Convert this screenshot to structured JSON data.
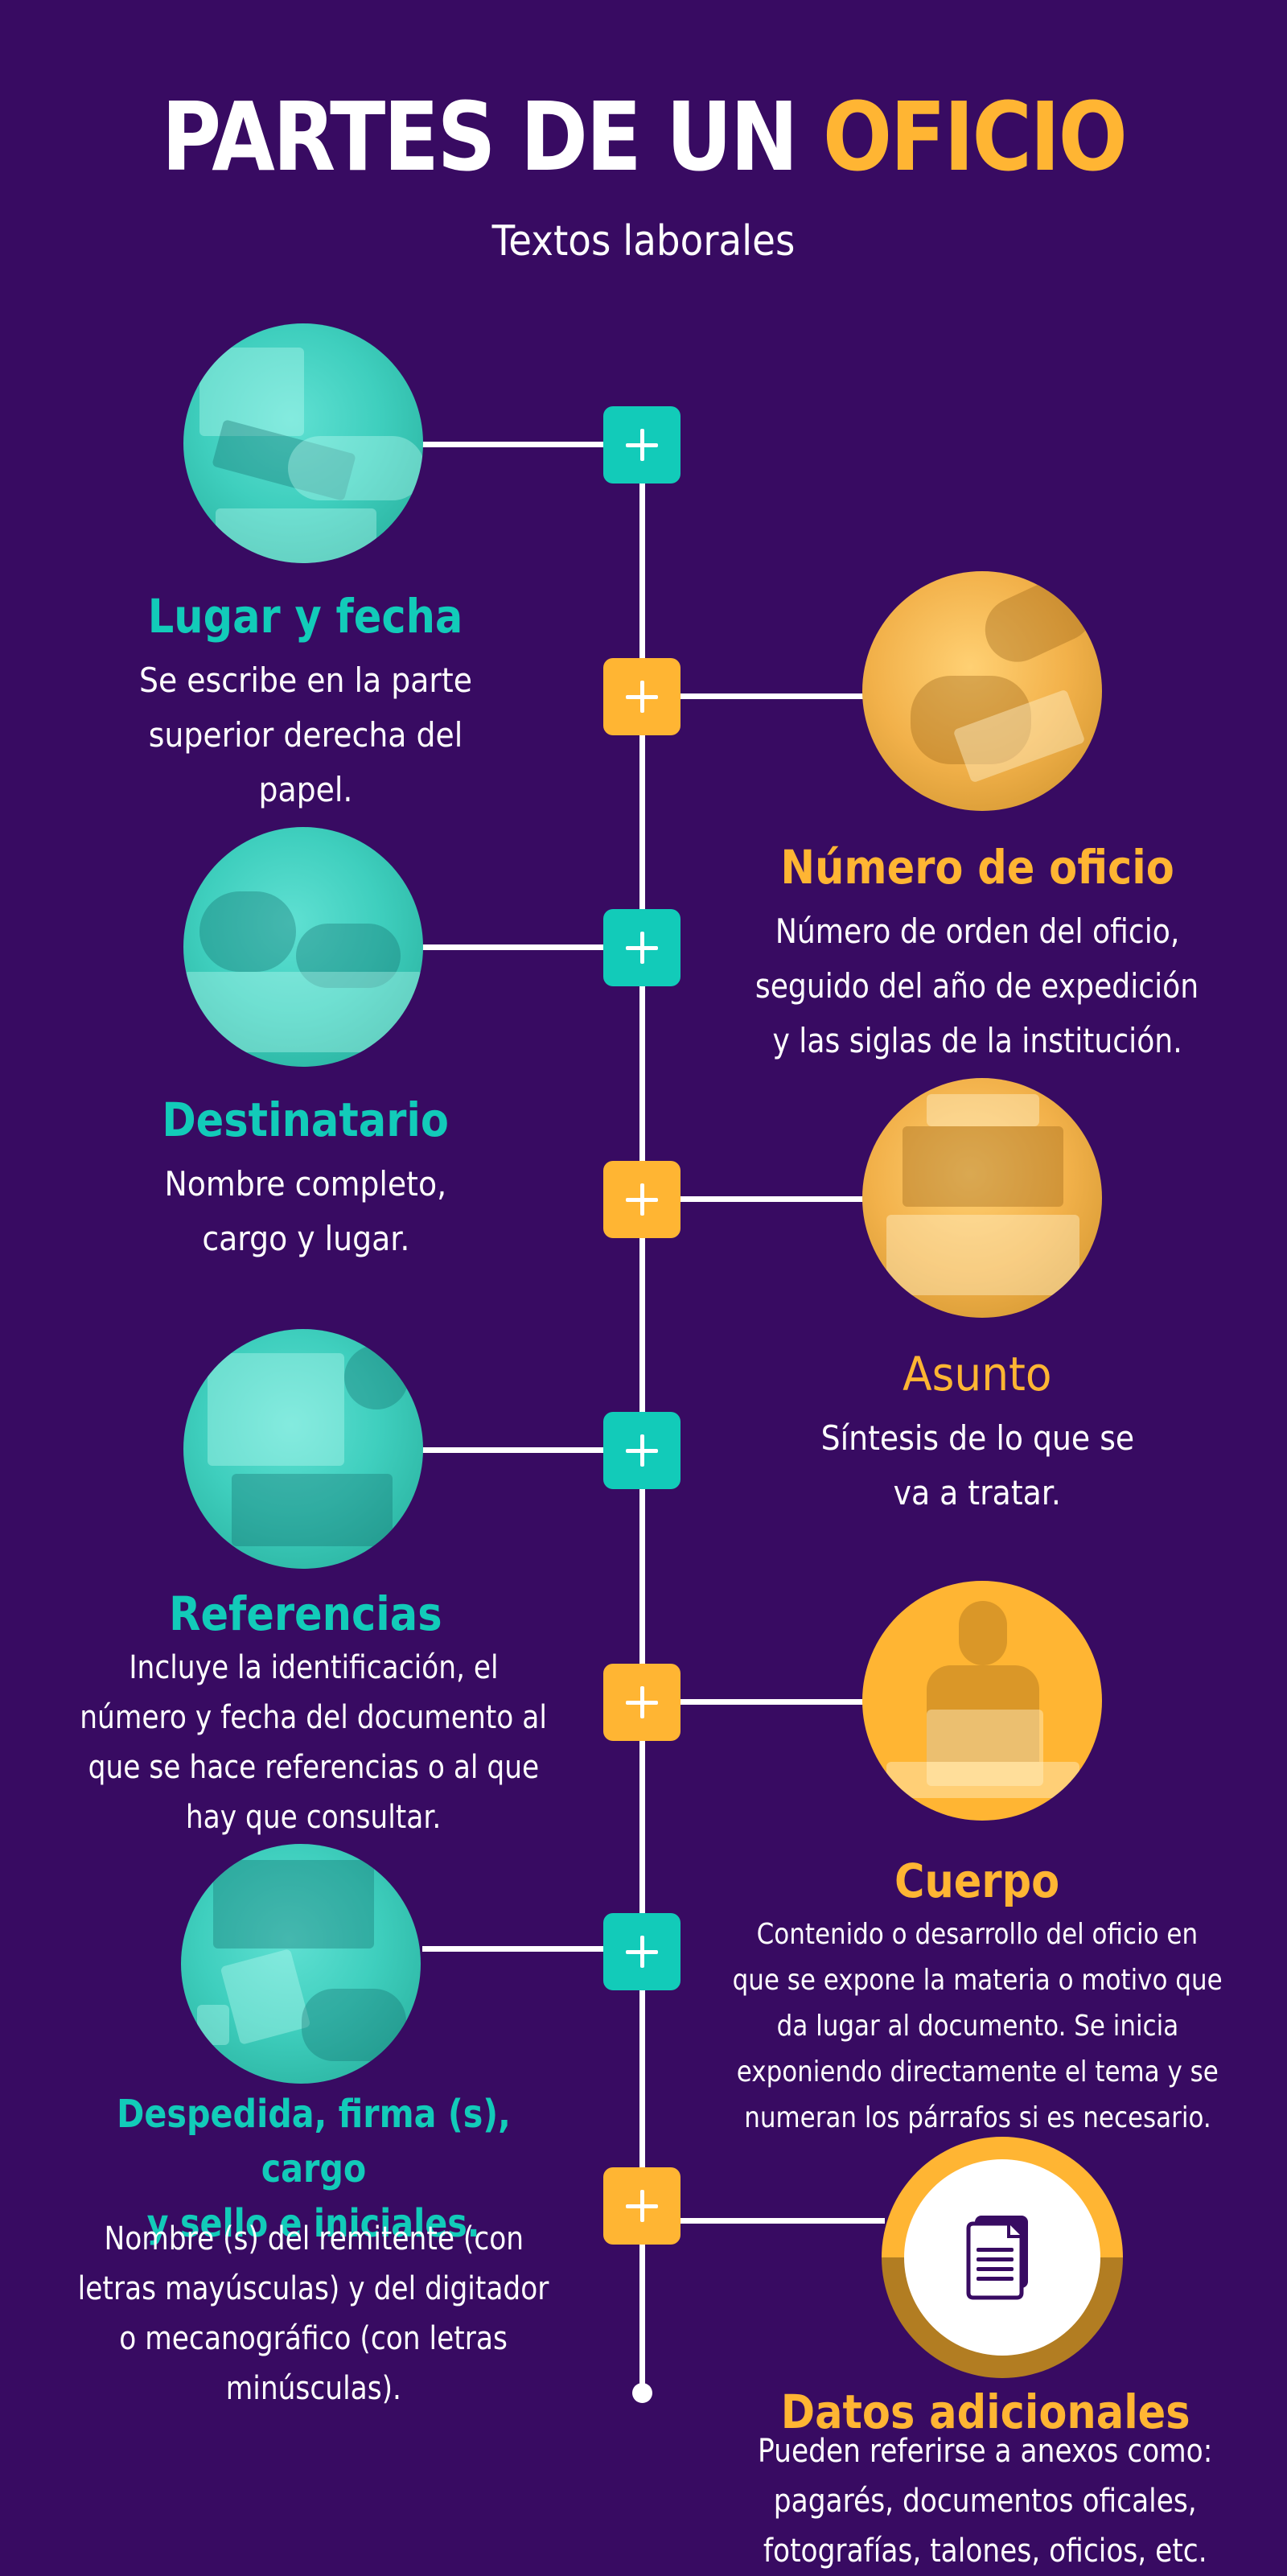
{
  "header": {
    "title_main": "PARTES DE UN",
    "title_accent": "OFICIO",
    "subtitle": "Textos laborales"
  },
  "colors": {
    "background": "#380b62",
    "teal": "#12cbb9",
    "orange": "#ffb533",
    "orange_dark": "#b27d22",
    "line": "#ffffff"
  },
  "steps": [
    {
      "heading": "Lugar y fecha",
      "side": "left",
      "accent": "teal",
      "image": "hands-typing-laptop-photo",
      "lines": [
        "Se escribe en la parte",
        "superior derecha del",
        "papel."
      ]
    },
    {
      "heading": "Número de oficio",
      "side": "right",
      "accent": "orange",
      "image": "hand-writing-note-photo",
      "lines": [
        "Número de orden del oficio,",
        "seguido del año de expedición",
        "y las siglas de la institución."
      ]
    },
    {
      "heading": "Destinatario",
      "side": "left",
      "accent": "teal",
      "image": "hand-signing-paper-photo",
      "lines": [
        "Nombre completo,",
        "cargo y lugar."
      ]
    },
    {
      "heading": "Asunto",
      "side": "right",
      "accent": "orange",
      "image": "laptop-keyboard-photo",
      "lines": [
        "Síntesis de lo que se",
        "va a tratar."
      ]
    },
    {
      "heading": "Referencias",
      "side": "left",
      "accent": "teal",
      "image": "laptop-screen-photo",
      "lines": [
        "Incluye la identificación, el",
        "número y fecha del documento al",
        "que se hace referencias o al que",
        "hay que consultar."
      ]
    },
    {
      "heading": "Cuerpo",
      "side": "right",
      "accent": "orange",
      "image": "man-with-laptop-photo",
      "lines": [
        "Contenido o desarrollo del oficio en",
        "que se expone la materia o motivo que",
        "da lugar al documento. Se inicia",
        "exponiendo directamente el tema y se",
        "numeran los párrafos si es necesario."
      ]
    },
    {
      "heading_lines": [
        "Despedida, firma (s), cargo",
        "y sello e iniciales."
      ],
      "side": "left",
      "accent": "teal",
      "image": "desk-laptop-plant-photo",
      "lines": [
        "Nombre (s) del remitente (con",
        "letras mayúsculas) y del digitador",
        "o mecanográfico (con letras",
        "minúsculas)."
      ]
    },
    {
      "heading": "Datos adicionales",
      "side": "right",
      "accent": "orange",
      "image": "document-icon",
      "lines": [
        "Pueden referirse a anexos como:",
        "pagarés, documentos oficales,",
        "fotografías, talones, oficios, etc."
      ]
    }
  ]
}
